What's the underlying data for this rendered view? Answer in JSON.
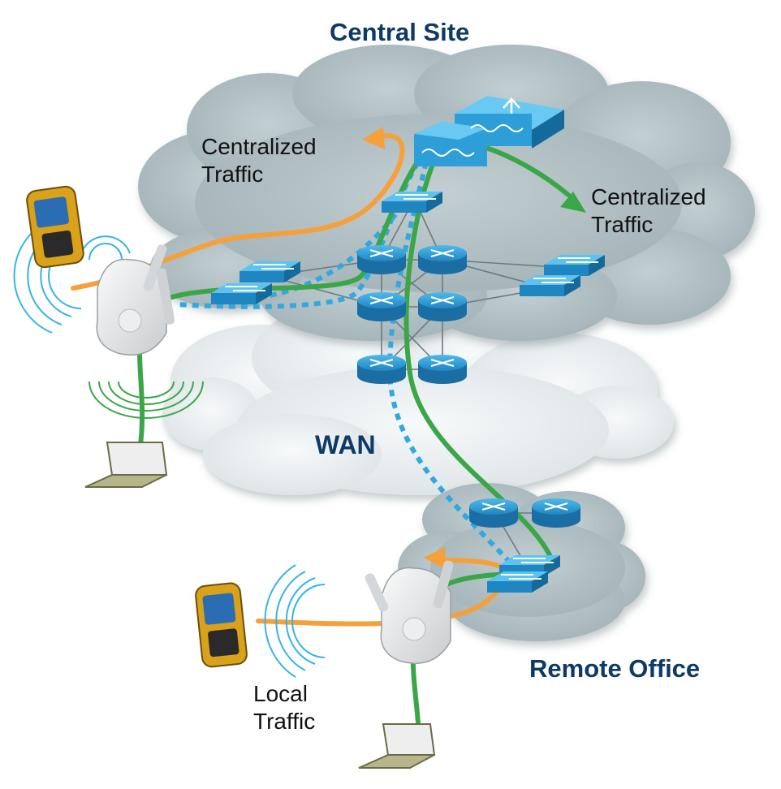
{
  "labels": {
    "central_site": "Central Site",
    "centralized_traffic_left": "Centralized\nTraffic",
    "centralized_traffic_right": "Centralized\nTraffic",
    "wan": "WAN",
    "remote_office": "Remote Office",
    "local_traffic": "Local\nTraffic"
  },
  "colors": {
    "cloud_gray": "#b4c2c6",
    "cloud_white": "#eef1f3",
    "cisco_blue": "#2d9ed8",
    "dotted_blue": "#33a8e0",
    "green_path": "#3aa648",
    "orange_path": "#f6a03b",
    "radio_blue": "#33b5e5",
    "radio_green": "#3aa648",
    "title_blue": "#0d3a66"
  },
  "icons": [
    "ip-phone-icon",
    "access-point-icon",
    "laptop-icon",
    "router-icon",
    "switch-icon",
    "wireless-controller-icon"
  ]
}
